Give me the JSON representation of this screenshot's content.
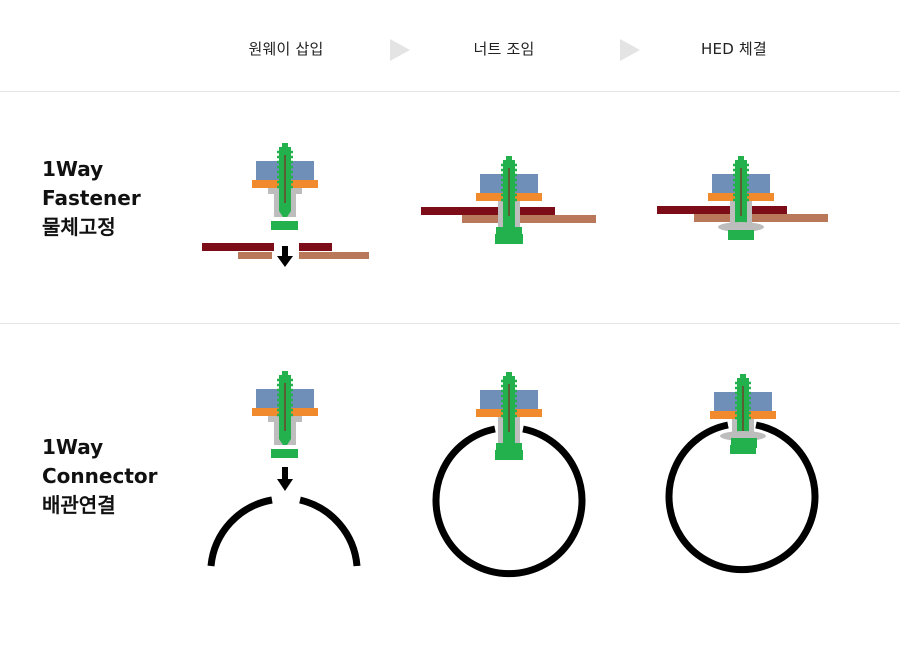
{
  "steps": [
    "원웨이 삽입",
    "너트 조임",
    "HED 체결"
  ],
  "rows": [
    {
      "title_line1": "1Way",
      "title_line2": "Fastener",
      "title_line3": "물체고정"
    },
    {
      "title_line1": "1Way",
      "title_line2": "Connector",
      "title_line3": "배관연결"
    }
  ],
  "colors": {
    "nut": "#6f8fb9",
    "washer": "#f08a2c",
    "bolt": "#22b14c",
    "sleeve": "#bdbdbd",
    "plate_top": "#7b0c18",
    "plate_bottom": "#b9785a",
    "pipe": "#000000",
    "step_arrow": "#e4e4e4"
  }
}
